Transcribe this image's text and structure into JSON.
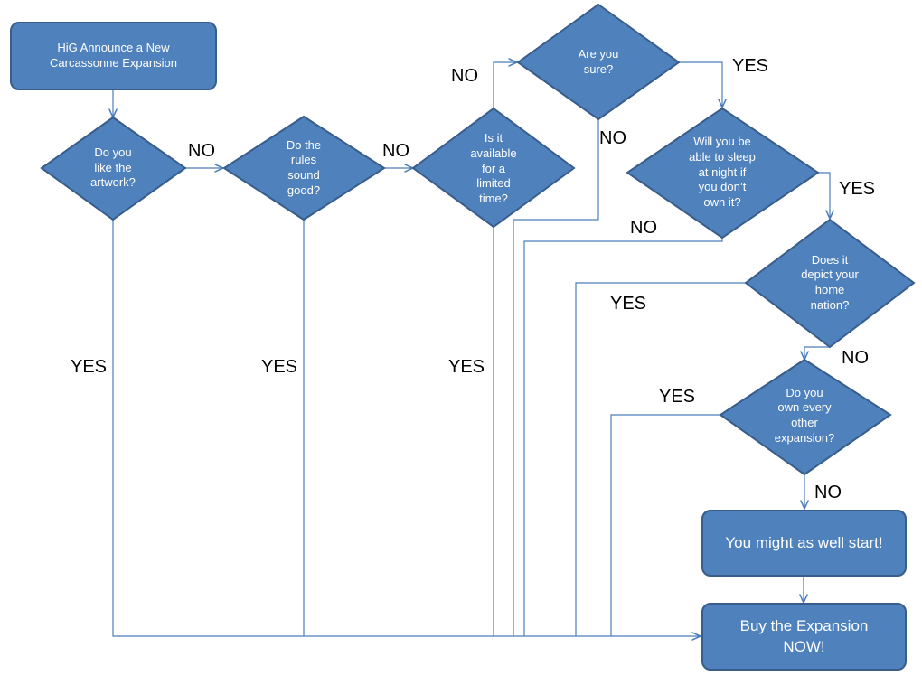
{
  "colors": {
    "node_fill": "#4f81bd",
    "node_stroke": "#385d8a",
    "edge": "#4a7ebb",
    "text": "#ffffff",
    "label": "#000000"
  },
  "nodes": {
    "start": "HiG Announce a New\nCarcassonne Expansion",
    "artwork": "Do you\nlike the\nartwork?",
    "rules": "Do the\nrules\nsound\ngood?",
    "limited": "Is it\navailable\nfor a\nlimited\ntime?",
    "sure": "Are you\nsure?",
    "sleep": "Will you be\nable to sleep\nat night if\nyou don’t\nown it?",
    "nation": "Does it\ndepict your\nhome\nnation?",
    "every": "Do you\nown every\nother\nexpansion?",
    "might": "You might as well start!",
    "buy": "Buy the Expansion\nNOW!"
  },
  "labels": {
    "no": "NO",
    "yes": "YES"
  }
}
